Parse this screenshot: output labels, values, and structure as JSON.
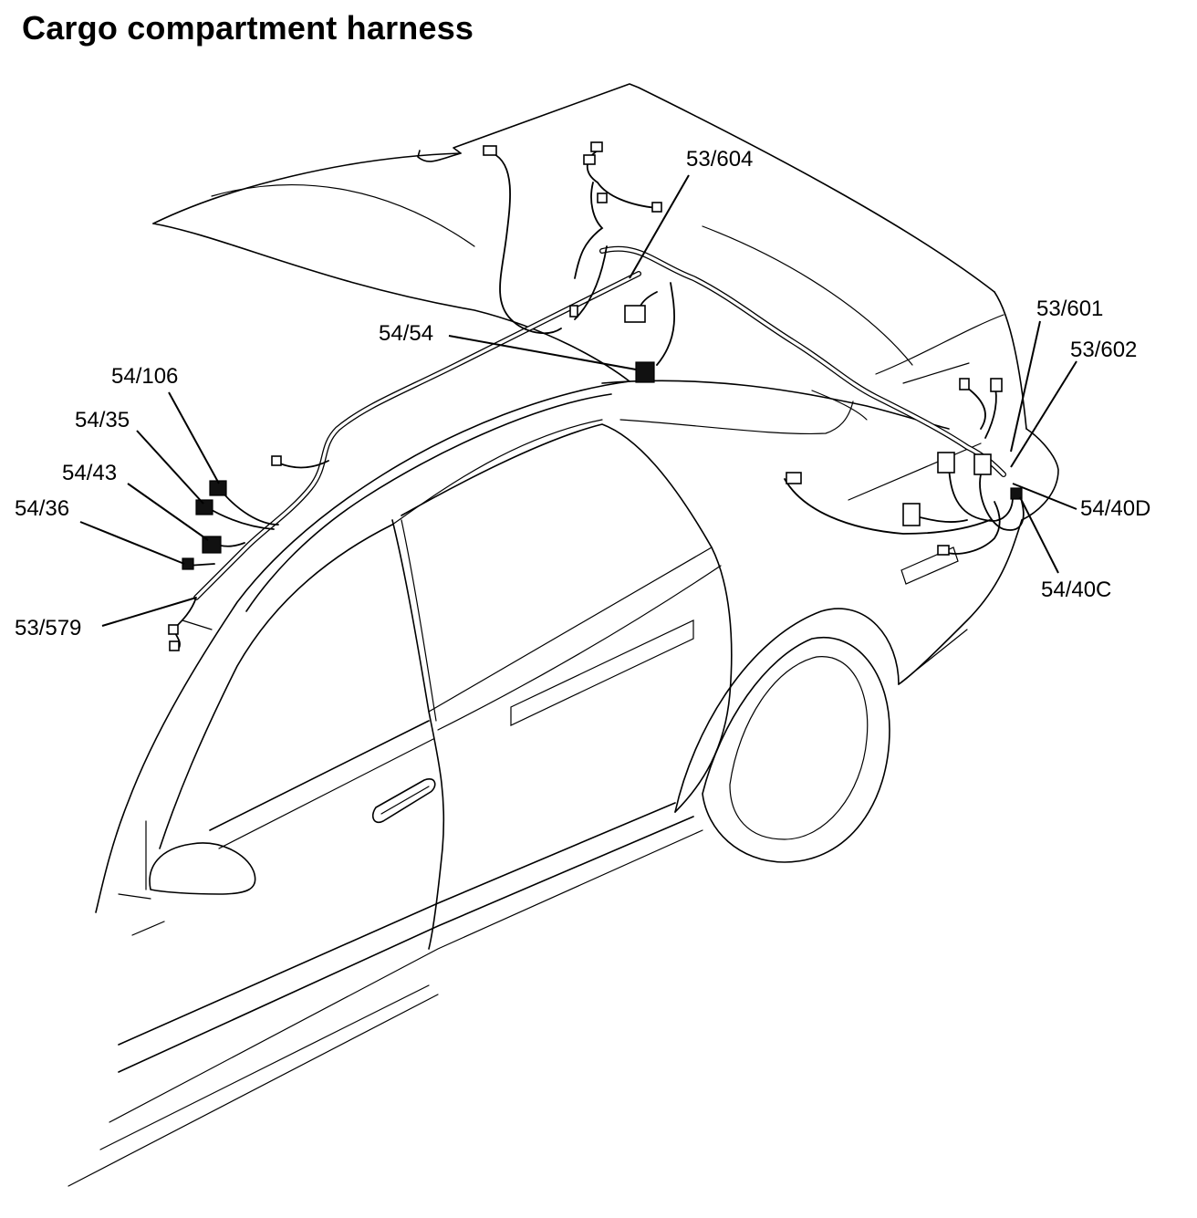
{
  "title": "Cargo compartment harness",
  "callouts": {
    "c53_604": "53/604",
    "c54_54": "54/54",
    "c53_601": "53/601",
    "c53_602": "53/602",
    "c54_106": "54/106",
    "c54_35": "54/35",
    "c54_43": "54/43",
    "c54_36": "54/36",
    "c53_579": "53/579",
    "c54_40D": "54/40D",
    "c54_40C": "54/40C"
  }
}
